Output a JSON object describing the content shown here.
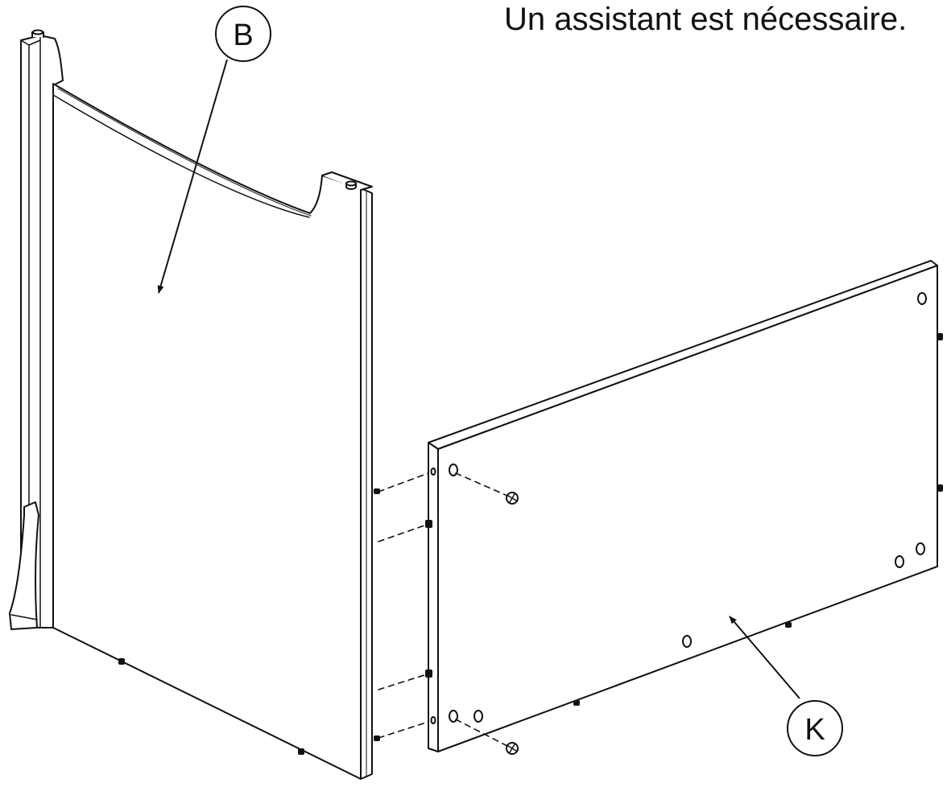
{
  "note": "Un assistant est nécessaire.",
  "callouts": {
    "b": "B",
    "k": "K"
  },
  "colors": {
    "ink": "#111111",
    "paper": "#ffffff"
  }
}
